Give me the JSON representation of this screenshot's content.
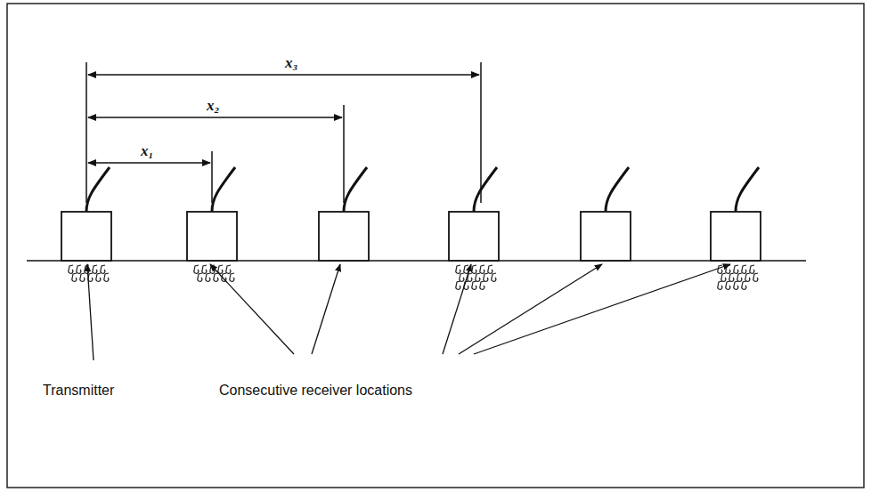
{
  "diagram": {
    "labels": [
      "x₃",
      "x₂",
      "x₁",
      "Transmitter",
      "Consecutive receiver locations"
    ]
  }
}
